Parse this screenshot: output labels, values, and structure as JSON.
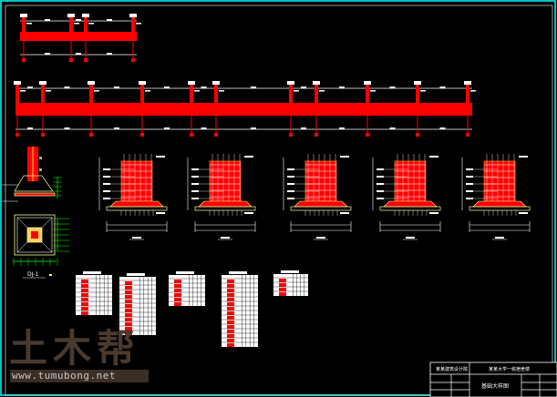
{
  "title_block": {
    "company": "某某建筑设计院",
    "project": "某某大学一栋宿舍楼",
    "drawing_title": "基础大样图"
  },
  "section_label": "DJ-1",
  "watermark": {
    "logo_text": "土木帮",
    "url": "www.tumubong.net"
  },
  "colors": {
    "background": "#000000",
    "border": "#00ffff",
    "concrete": "#ff0000",
    "lines": "#ffffff",
    "dimensions": "#00ff00",
    "outline": "#ffff99"
  }
}
